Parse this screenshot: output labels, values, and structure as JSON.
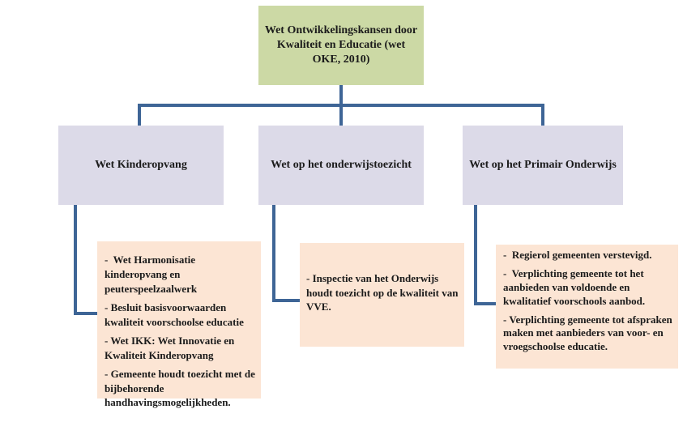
{
  "diagram": {
    "root": {
      "label": "Wet Ontwikkelingskansen door Kwaliteit en Educatie (wet OKE, 2010)"
    },
    "level2": [
      {
        "label": "Wet Kinderopvang"
      },
      {
        "label": "Wet op het onderwijstoezicht"
      },
      {
        "label": "Wet op het Primair Onderwijs"
      }
    ],
    "level3": [
      {
        "items": [
          "-  Wet Harmonisatie kinderopvang en peuterspeelzaalwerk",
          "- Besluit basisvoorwaarden kwaliteit voorschoolse educatie",
          "- Wet IKK: Wet Innovatie en Kwaliteit Kinderopvang",
          "- Gemeente houdt toezicht met de bijbehorende handhavingsmogelijkheden."
        ]
      },
      {
        "items": [
          "- Inspectie van het Onderwijs houdt toezicht op de kwaliteit van VVE."
        ]
      },
      {
        "items": [
          "-  Regierol gemeenten verstevigd.",
          "-  Verplichting gemeente tot het aanbieden van voldoende en kwalitatief voorschools aanbod.",
          "- Verplichting gemeente tot afspraken maken met aanbieders van voor- en vroegschoolse educatie."
        ]
      }
    ],
    "colors": {
      "root_fill": "#ccd9a5",
      "branch_fill": "#dcdae8",
      "detail_fill": "#fce5d4",
      "connector": "#3e6596",
      "text": "#1b1b1b"
    }
  }
}
